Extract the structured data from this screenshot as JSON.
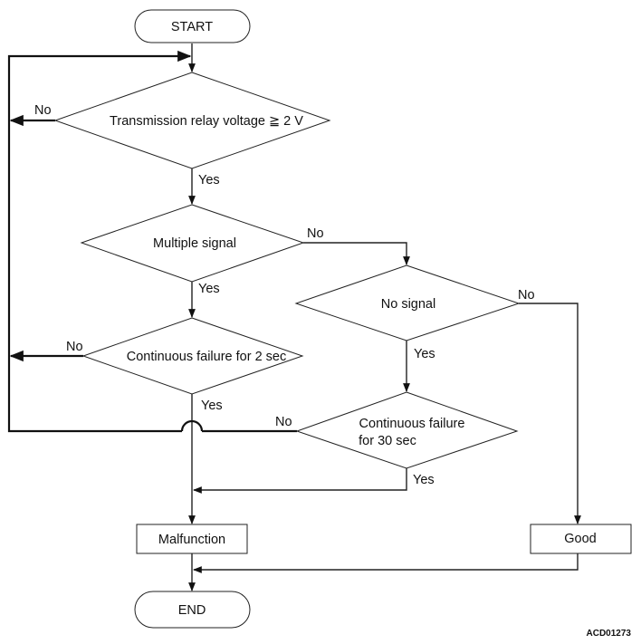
{
  "nodes": {
    "start": "START",
    "decision_voltage": "Transmission relay voltage ≧ 2 V",
    "decision_multiple": "Multiple signal",
    "decision_no_signal": "No signal",
    "decision_cont2": "Continuous failure for 2 sec",
    "decision_cont30_line1": "Continuous failure",
    "decision_cont30_line2": "for 30 sec",
    "malfunction": "Malfunction",
    "good": "Good",
    "end": "END"
  },
  "edges": {
    "voltage_no": "No",
    "voltage_yes": "Yes",
    "multiple_no": "No",
    "multiple_yes": "Yes",
    "no_signal_no": "No",
    "no_signal_yes": "Yes",
    "cont2_no": "No",
    "cont2_yes": "Yes",
    "cont30_no": "No",
    "cont30_yes": "Yes"
  },
  "figure_code": "ACD01273"
}
